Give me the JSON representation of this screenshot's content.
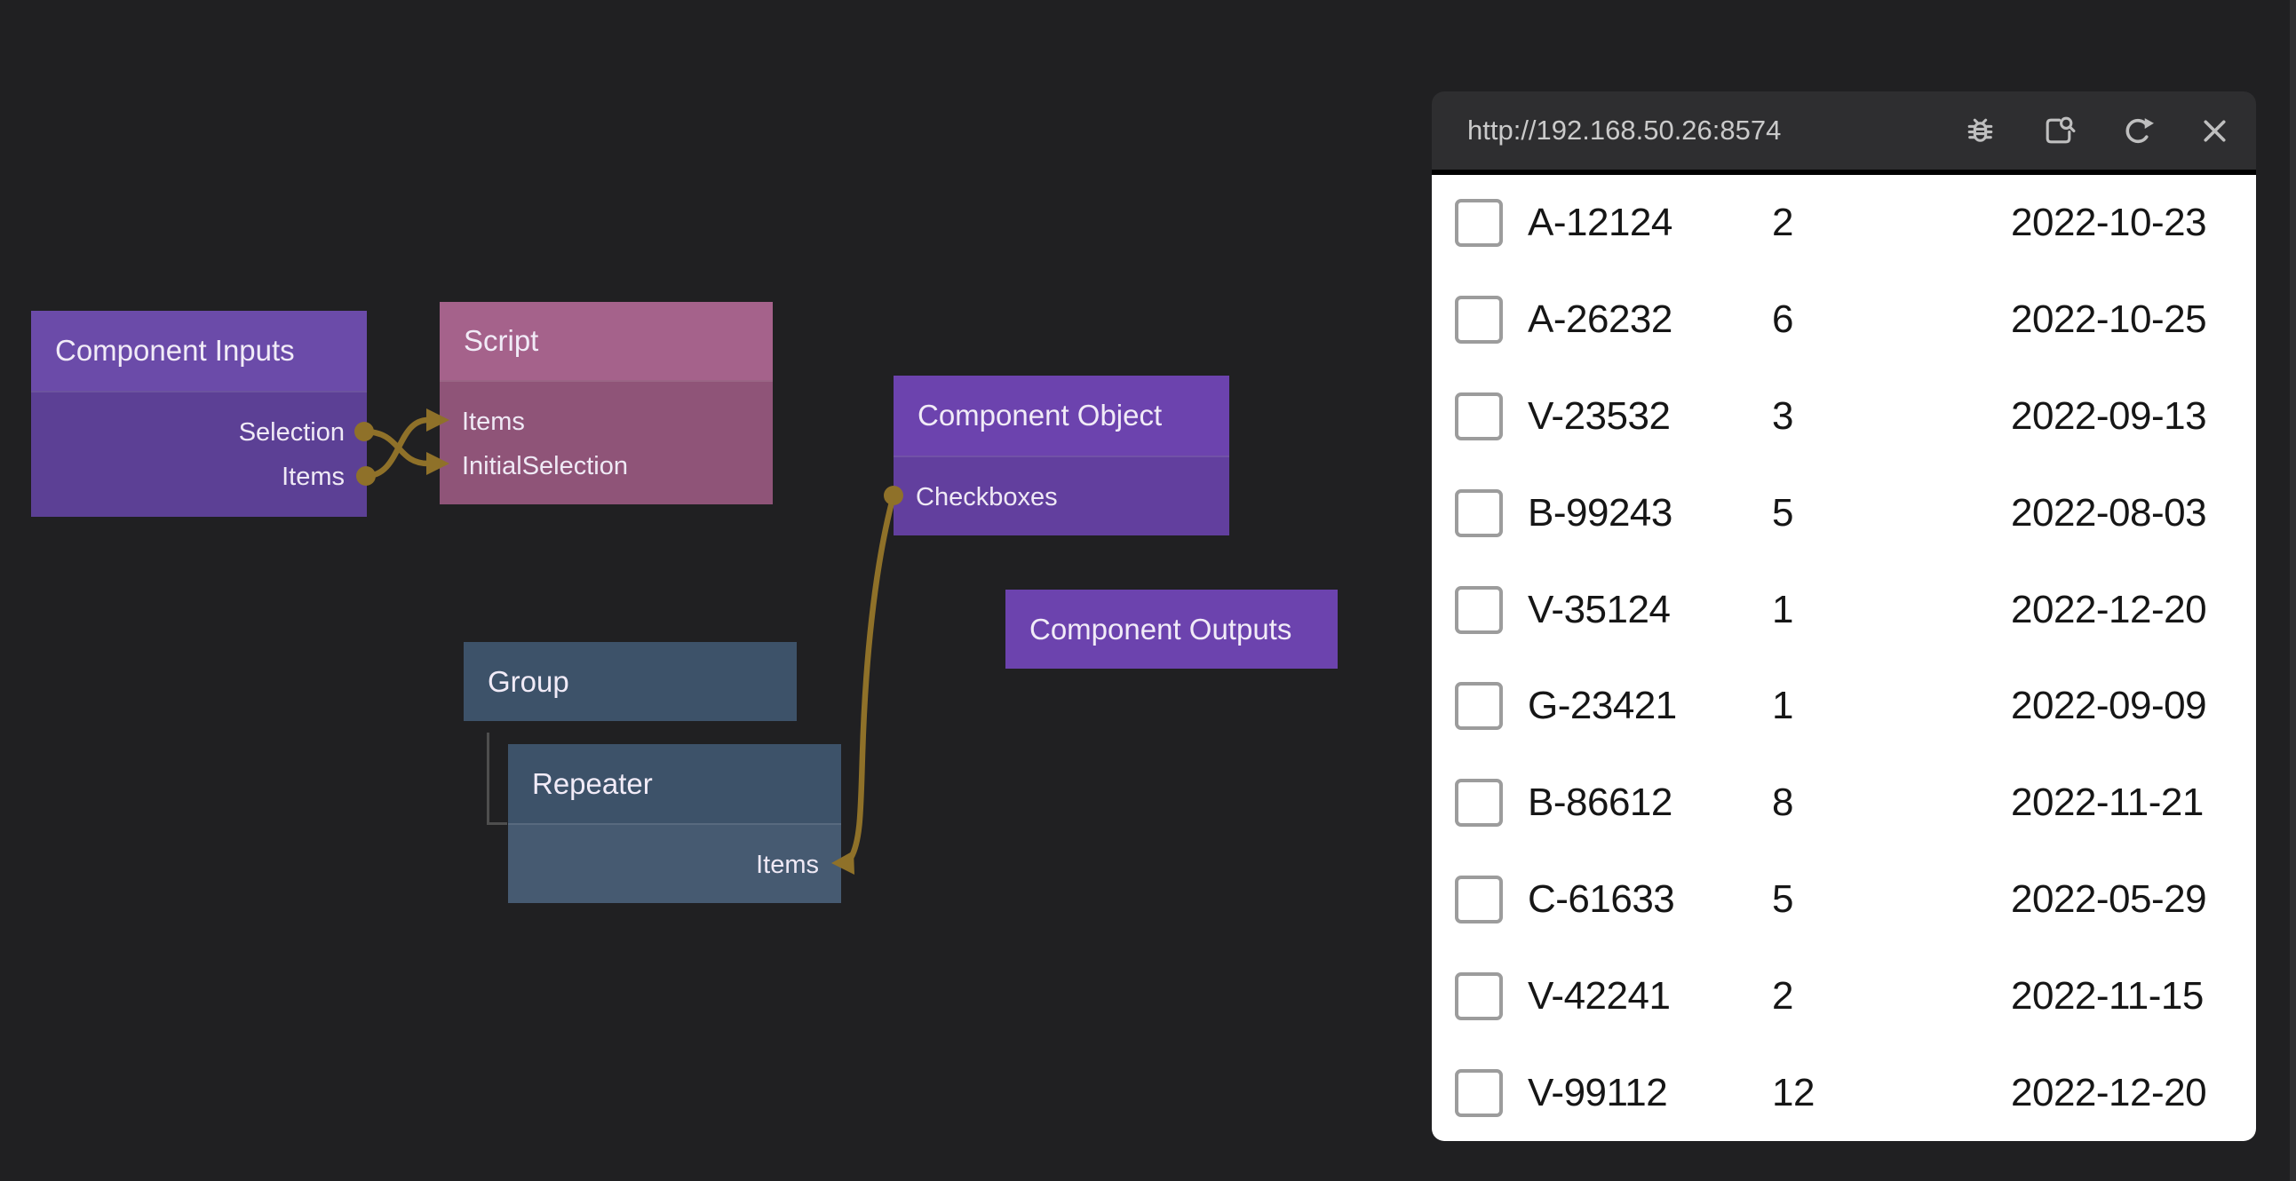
{
  "canvas": {
    "background_color": "#202022",
    "wire_color": "#8F7129",
    "nodes": {
      "componentInputs": {
        "title": "Component Inputs",
        "header_color": "#6B4BA9",
        "body_color": "#5C4095",
        "ports": [
          {
            "label": "Selection",
            "direction": "out"
          },
          {
            "label": "Items",
            "direction": "out"
          }
        ]
      },
      "script": {
        "title": "Script",
        "header_color": "#A5628B",
        "body_color": "#8F5478",
        "ports": [
          {
            "label": "Items",
            "direction": "in"
          },
          {
            "label": "InitialSelection",
            "direction": "in"
          }
        ]
      },
      "componentObject": {
        "title": "Component Object",
        "header_color": "#6C43AE",
        "body_color": "#623F9E",
        "ports": [
          {
            "label": "Checkboxes",
            "direction": "in"
          }
        ]
      },
      "componentOutputs": {
        "title": "Component Outputs",
        "header_color": "#6C43AE",
        "ports": []
      },
      "group": {
        "title": "Group",
        "header_color": "#3D5269",
        "ports": []
      },
      "repeater": {
        "title": "Repeater",
        "header_color": "#3D5269",
        "body_color": "#465A71",
        "ports": [
          {
            "label": "Items",
            "direction": "out"
          }
        ]
      }
    },
    "connections": [
      {
        "from": "Component Inputs.Selection",
        "to": "Script.InitialSelection"
      },
      {
        "from": "Component Inputs.Items",
        "to": "Script.Items"
      },
      {
        "from": "Component Object.Checkboxes",
        "to": "Repeater.Items"
      }
    ]
  },
  "browser": {
    "url": "http://192.168.50.26:8574",
    "header_color": "#2E2E30",
    "toolbar_icons": [
      "debug-icon",
      "inspect-icon",
      "refresh-icon",
      "close-icon"
    ],
    "table": {
      "rows": [
        {
          "id": "A-12124",
          "qty": "2",
          "date": "2022-10-23",
          "checked": false
        },
        {
          "id": "A-26232",
          "qty": "6",
          "date": "2022-10-25",
          "checked": false
        },
        {
          "id": "V-23532",
          "qty": "3",
          "date": "2022-09-13",
          "checked": false
        },
        {
          "id": "B-99243",
          "qty": "5",
          "date": "2022-08-03",
          "checked": false
        },
        {
          "id": "V-35124",
          "qty": "1",
          "date": "2022-12-20",
          "checked": false
        },
        {
          "id": "G-23421",
          "qty": "1",
          "date": "2022-09-09",
          "checked": false
        },
        {
          "id": "B-86612",
          "qty": "8",
          "date": "2022-11-21",
          "checked": false
        },
        {
          "id": "C-61633",
          "qty": "5",
          "date": "2022-05-29",
          "checked": false
        },
        {
          "id": "V-42241",
          "qty": "2",
          "date": "2022-11-15",
          "checked": false
        },
        {
          "id": "V-99112",
          "qty": "12",
          "date": "2022-12-20",
          "checked": false
        }
      ]
    }
  }
}
